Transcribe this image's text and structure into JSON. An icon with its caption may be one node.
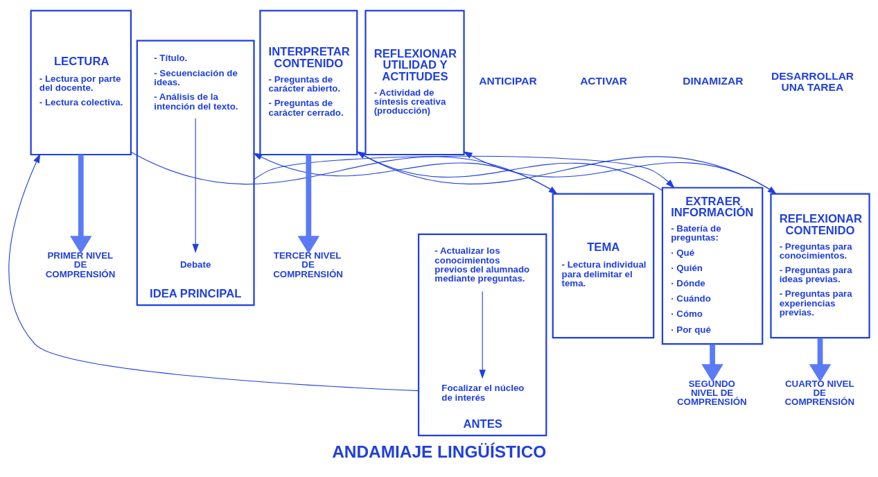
{
  "diagram": {
    "caption": "ANDAMIAJE LINGÜÍSTICO",
    "nodes": [
      {
        "text": [
          "ANTES"
        ]
      },
      {
        "text": [
          "- Actualizar los conocimientos previos del alumnado mediante preguntas."
        ],
        "in": 0
      },
      {
        "text": [
          "Focalizar el núcleo de interés"
        ],
        "in": 0
      },
      {
        "text": [
          "LECTURA",
          "- Lectura por parte del docente.",
          "- Lectura colectiva."
        ]
      },
      {
        "text": [
          "TEMA",
          "- Lectura individual para delimitar el tema."
        ]
      },
      {
        "text": [
          "IDEA PRINCIPAL"
        ]
      },
      {
        "text": [
          "- Título.",
          "- Secuenciación de ideas.",
          "- Análisis de la intención del texto."
        ],
        "in": 5
      },
      {
        "text": [
          "Debate"
        ],
        "in": 5
      },
      {
        "text": [
          "EXTRAER INFORMACIÓN",
          "- Batería de preguntas:",
          "· Qué",
          "· Quién",
          "· Dónde",
          "· Cuándo",
          "· Cómo",
          "· Por qué"
        ]
      },
      {
        "text": [
          "INTERPRETAR CONTENIDO",
          "- Preguntas de carácter abierto.",
          "- Preguntas de carácter cerrado."
        ]
      },
      {
        "text": [
          "REFLEXIONAR CONTENIDO",
          "- Preguntas para conocimientos.",
          "- Preguntas para ideas previas.",
          "- Preguntas para experiencias previas."
        ]
      },
      {
        "text": [
          "REFLEXIONAR UTILIDAD Y ACTITUDES",
          "- Actividad de síntesis creativa (producción)"
        ]
      },
      {
        "text": [
          "PRIMER NIVEL DE COMPRENSIÓN"
        ]
      },
      {
        "text": [
          "SEGUNDO NIVEL DE COMPRENSIÓN"
        ]
      },
      {
        "text": [
          "TERCER NIVEL DE COMPRENSIÓN"
        ]
      },
      {
        "text": [
          "CUARTO NIVEL DE COMPRENSIÓN"
        ]
      }
    ],
    "edges": [
      {
        "from": 0,
        "to": 3,
        "arrow": "to"
      },
      {
        "from": 3,
        "to": 4,
        "arrow": "to"
      },
      {
        "from": 4,
        "to": 5,
        "arrow": "to"
      },
      {
        "from": 5,
        "to": 8,
        "arrow": "to"
      },
      {
        "from": 8,
        "to": 9,
        "arrow": "to"
      },
      {
        "from": 9,
        "to": 10,
        "arrow": "to"
      },
      {
        "from": 10,
        "to": 11,
        "arrow": "to"
      },
      {
        "from": 1,
        "to": 2,
        "arrow": "to"
      },
      {
        "from": 6,
        "to": 7,
        "arrow": "to"
      },
      {
        "from": 3,
        "to": 12,
        "arrow": "to",
        "style": "thick",
        "color": "#5b7bf5"
      },
      {
        "from": 8,
        "to": 13,
        "arrow": "to",
        "style": "thick",
        "color": "#5b7bf5"
      },
      {
        "from": 9,
        "to": 14,
        "arrow": "to",
        "style": "thick",
        "color": "#5b7bf5"
      },
      {
        "from": 10,
        "to": 15,
        "arrow": "to",
        "style": "thick",
        "color": "#5b7bf5"
      }
    ],
    "labels": [
      "ANTICIPAR",
      "ACTIVAR",
      "DINAMIZAR",
      "DESARROLLAR UNA TAREA"
    ]
  }
}
